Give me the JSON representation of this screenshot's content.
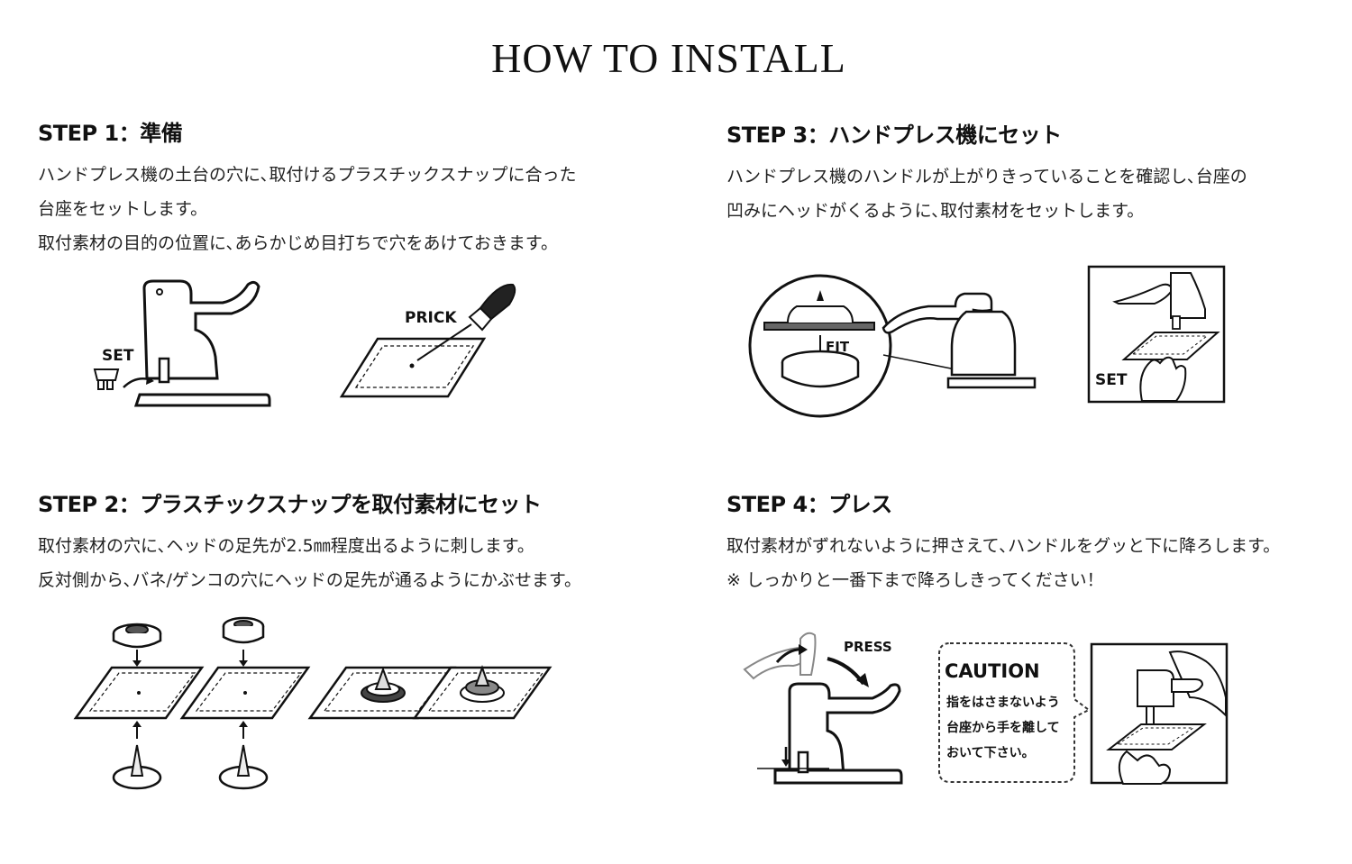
{
  "title": "HOW TO INSTALL",
  "steps": [
    {
      "heading": "STEP 1：準備",
      "lines": [
        "ハンドプレス機の土台の穴に､取付けるプラスチックスナップに合った",
        "台座をセットします。",
        "取付素材の目的の位置に､あらかじめ目打ちで穴をあけておきます。"
      ],
      "labels": {
        "set": "SET",
        "prick": "PRICK"
      }
    },
    {
      "heading": "STEP 2：プラスチックスナップを取付素材にセット",
      "lines": [
        "取付素材の穴に､ヘッドの足先が2.5㎜程度出るように刺します。",
        "反対側から､バネ/ゲンコの穴にヘッドの足先が通るようにかぶせます。"
      ]
    },
    {
      "heading": "STEP 3：ハンドプレス機にセット",
      "lines": [
        "ハンドプレス機のハンドルが上がりきっていることを確認し､台座の",
        "凹みにヘッドがくるように､取付素材をセットします。"
      ],
      "labels": {
        "fit": "FIT",
        "set": "SET"
      }
    },
    {
      "heading": "STEP 4：プレス",
      "lines": [
        "取付素材がずれないように押さえて､ハンドルをグッと下に降ろします。",
        "※ しっかりと一番下まで降ろしきってください！"
      ],
      "labels": {
        "press": "PRESS"
      },
      "caution": {
        "title": "CAUTION",
        "lines": [
          "指をはさまないよう",
          "台座から手を離して",
          "おいて下さい。"
        ]
      }
    }
  ]
}
